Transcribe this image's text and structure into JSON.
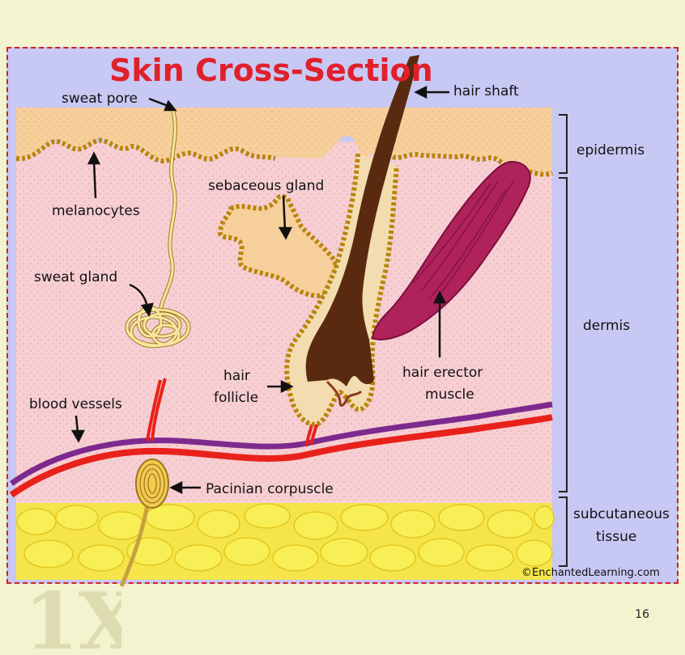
{
  "title": "Skin Cross-Section",
  "labels": {
    "sweat_pore": "sweat pore",
    "hair_shaft": "hair shaft",
    "melanocytes": "melanocytes",
    "sebaceous_gland": "sebaceous gland",
    "sweat_gland": "sweat gland",
    "hair_follicle_line1": "hair",
    "hair_follicle_line2": "follicle",
    "hair_erector_line1": "hair erector",
    "hair_erector_line2": "muscle",
    "blood_vessels": "blood vessels",
    "pacinian_corpuscle": "Pacinian corpuscle"
  },
  "layers": {
    "epidermis": "epidermis",
    "dermis": "dermis",
    "subcutaneous_line1": "subcutaneous",
    "subcutaneous_line2": "tissue"
  },
  "credit": "©EnchantedLearning.com",
  "page_number": "16",
  "colors": {
    "slide_bg": "#f4f3cf",
    "frame_bg": "#c8c8f4",
    "frame_border": "#d42020",
    "epidermis": "#f7cf9b",
    "dermis": "#f7cfd3",
    "fat": "#f8ec4a",
    "hair": "#5a2a10",
    "muscle": "#b0225a",
    "vessel_red": "#e8221a",
    "vessel_purple": "#7d2a8e",
    "title": "#e0202a"
  }
}
